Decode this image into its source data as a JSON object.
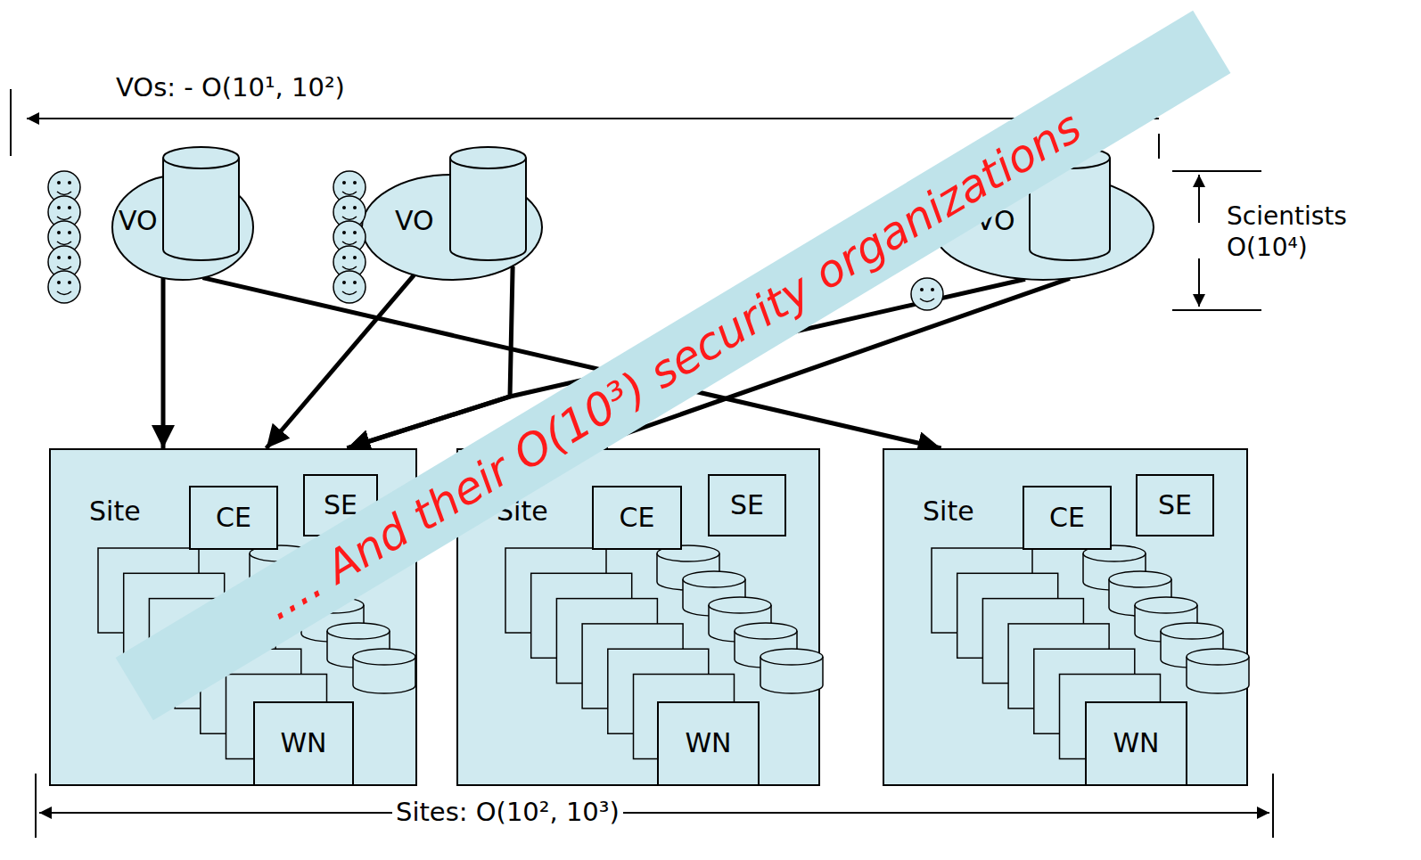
{
  "diagram": {
    "nodes": [
      {
        "text": [
          "VO"
        ]
      },
      {
        "text": [
          "VO"
        ]
      },
      {
        "text": [
          "VO"
        ]
      },
      {
        "text": [
          "Site"
        ]
      },
      {
        "text": [
          "CE"
        ],
        "in": 3
      },
      {
        "text": [
          "SE"
        ],
        "in": 3
      },
      {
        "text": [
          "WN"
        ],
        "in": 3
      },
      {
        "text": [
          "Site"
        ]
      },
      {
        "text": [
          "CE"
        ],
        "in": 7
      },
      {
        "text": [
          "SE"
        ],
        "in": 7
      },
      {
        "text": [
          "WN"
        ],
        "in": 7
      },
      {
        "text": [
          "Site"
        ]
      },
      {
        "text": [
          "CE"
        ],
        "in": 11
      },
      {
        "text": [
          "SE"
        ],
        "in": 11
      },
      {
        "text": [
          "WN"
        ],
        "in": 11
      }
    ],
    "edges": [
      {
        "from": 0,
        "to": 3,
        "arrow": "to"
      },
      {
        "from": 0,
        "to": 11,
        "arrow": "to"
      },
      {
        "from": 1,
        "to": 3,
        "arrow": "to"
      },
      {
        "from": 1,
        "to": 3,
        "arrow": "to"
      },
      {
        "from": 2,
        "to": 3,
        "arrow": "to"
      },
      {
        "from": 2,
        "to": 7,
        "arrow": "to"
      }
    ],
    "labels": [
      "VOs: - O(10¹, 10²)",
      "Scientists O(10⁴)",
      "Sites: O(10², 10³)",
      ".... And their O(10³) security organizations"
    ]
  }
}
